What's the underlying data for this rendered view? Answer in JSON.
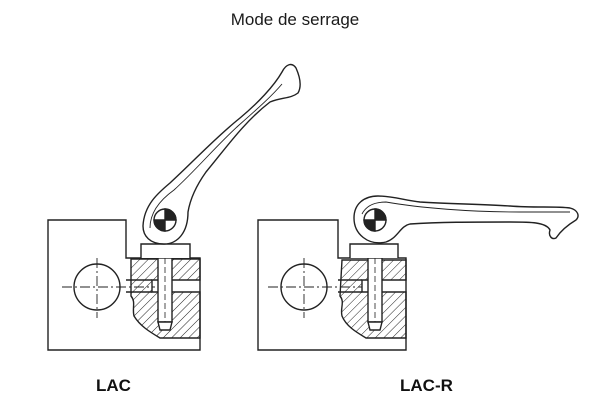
{
  "title": "Mode de serrage",
  "captions": {
    "lac": "LAC",
    "lac_r": "LAC-R"
  },
  "colors": {
    "line": "#222222",
    "background": "#ffffff"
  }
}
